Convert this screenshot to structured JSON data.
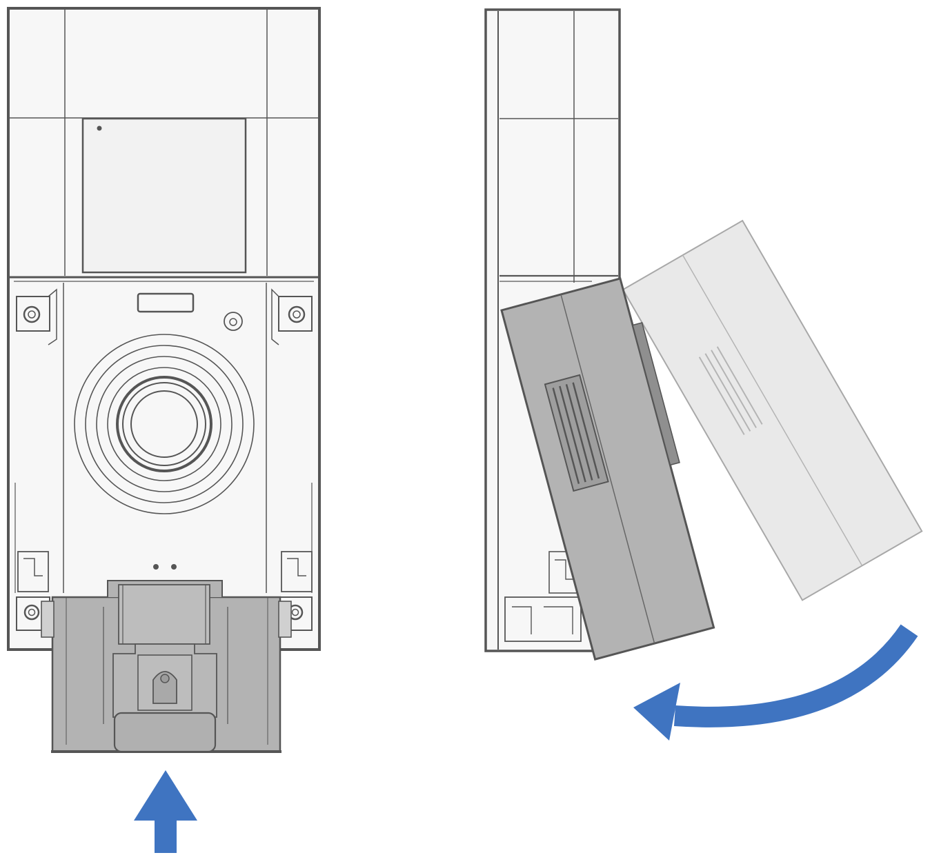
{
  "figure": {
    "panels": [
      {
        "view": "front",
        "action": "slide-up"
      },
      {
        "view": "side",
        "action": "tilt-out"
      }
    ],
    "colors": {
      "background": "#ffffff",
      "outline": "#555555",
      "device_fill": "#f7f7f7",
      "part_fill": "#b3b3b3",
      "part_ghost_fill": "#e6e6e6",
      "arrow": "#3f74c1"
    },
    "icons": [
      "arrow-up-icon",
      "curved-arrow-icon"
    ]
  }
}
